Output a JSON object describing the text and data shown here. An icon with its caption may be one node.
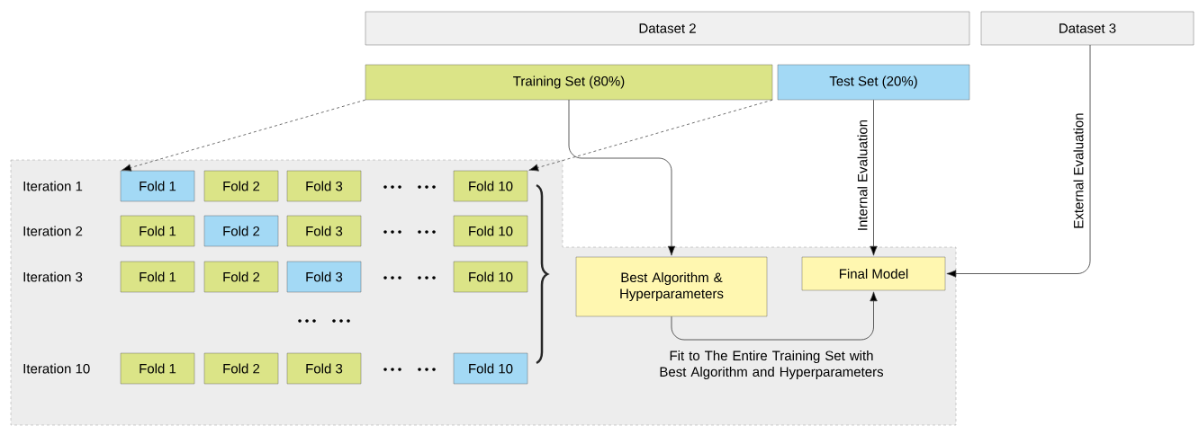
{
  "diagram": {
    "nodes": [
      {
        "text": [
          "Dataset 2"
        ]
      },
      {
        "text": [
          "Dataset 3"
        ]
      },
      {
        "text": [
          "Training Set (80%)"
        ]
      },
      {
        "text": [
          "Test Set (20%)"
        ]
      },
      {
        "text": [
          "Fold 1"
        ]
      },
      {
        "text": [
          "Fold 2"
        ]
      },
      {
        "text": [
          "Fold 3"
        ]
      },
      {
        "text": [
          "Fold 10"
        ]
      },
      {
        "text": [
          "Fold 1"
        ]
      },
      {
        "text": [
          "Fold 2"
        ]
      },
      {
        "text": [
          "Fold 3"
        ]
      },
      {
        "text": [
          "Fold 10"
        ]
      },
      {
        "text": [
          "Fold 1"
        ]
      },
      {
        "text": [
          "Fold 2"
        ]
      },
      {
        "text": [
          "Fold 3"
        ]
      },
      {
        "text": [
          "Fold 10"
        ]
      },
      {
        "text": [
          "Fold 1"
        ]
      },
      {
        "text": [
          "Fold 2"
        ]
      },
      {
        "text": [
          "Fold 3"
        ]
      },
      {
        "text": [
          "Fold 10"
        ]
      },
      {
        "text": [
          "Best Algorithm & Hyperparameters"
        ]
      },
      {
        "text": [
          "Final Model"
        ]
      }
    ],
    "edges": [
      {
        "from": 2,
        "to": 4,
        "arrow": "to",
        "style": "dashed"
      },
      {
        "from": 2,
        "to": 7,
        "arrow": "to",
        "style": "dashed"
      },
      {
        "from": 2,
        "to": 20,
        "arrow": "to"
      },
      {
        "from": 3,
        "to": 21,
        "arrow": "to",
        "label": "Internal Evaluation"
      },
      {
        "from": 1,
        "to": 21,
        "arrow": "to",
        "label": "External Evaluation"
      },
      {
        "from": 20,
        "to": 21,
        "arrow": "to",
        "label": "Fit to The Entire Training Set with Best Algorithm and Hyperparameters"
      }
    ],
    "labels": [
      "Iteration 1",
      "Iteration 2",
      "Iteration 3",
      "Iteration 10"
    ]
  }
}
